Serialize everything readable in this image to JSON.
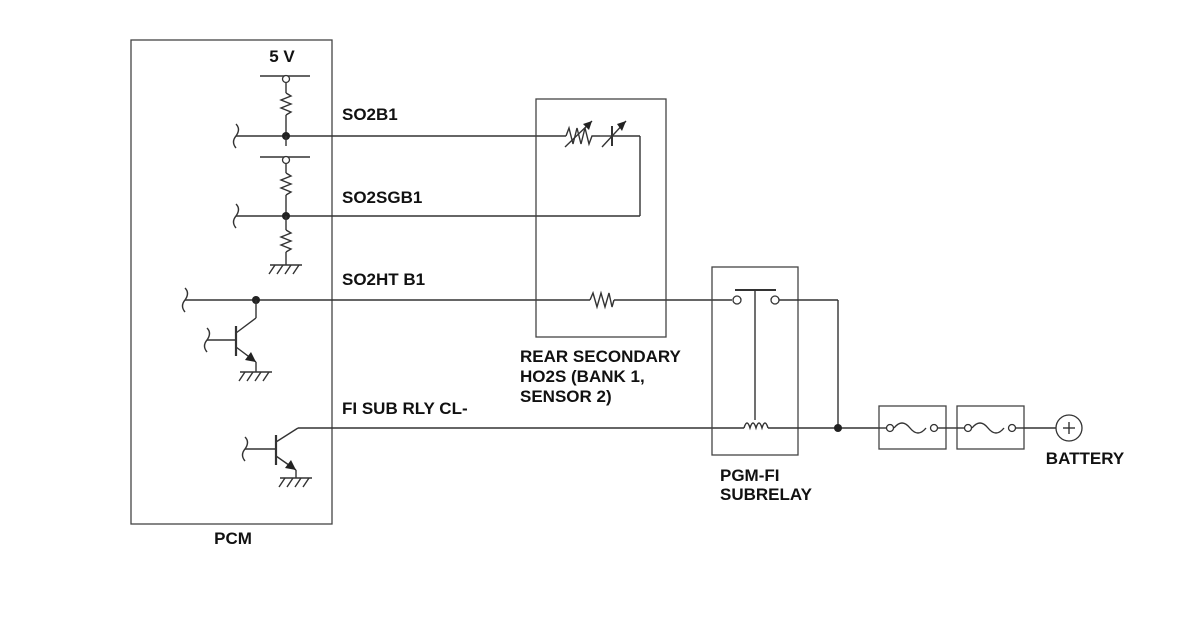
{
  "diagram": {
    "labels": {
      "supply": "5 V",
      "so2b1": "SO2B1",
      "so2sgb1": "SO2SGB1",
      "so2htb1": "SO2HT B1",
      "fisubrly": "FI SUB RLY CL-",
      "pcm": "PCM",
      "sensor": [
        "REAR SECONDARY",
        "HO2S (BANK 1,",
        "SENSOR 2)"
      ],
      "relay": [
        "PGM-FI",
        "SUBRELAY"
      ],
      "battery": "BATTERY"
    }
  }
}
